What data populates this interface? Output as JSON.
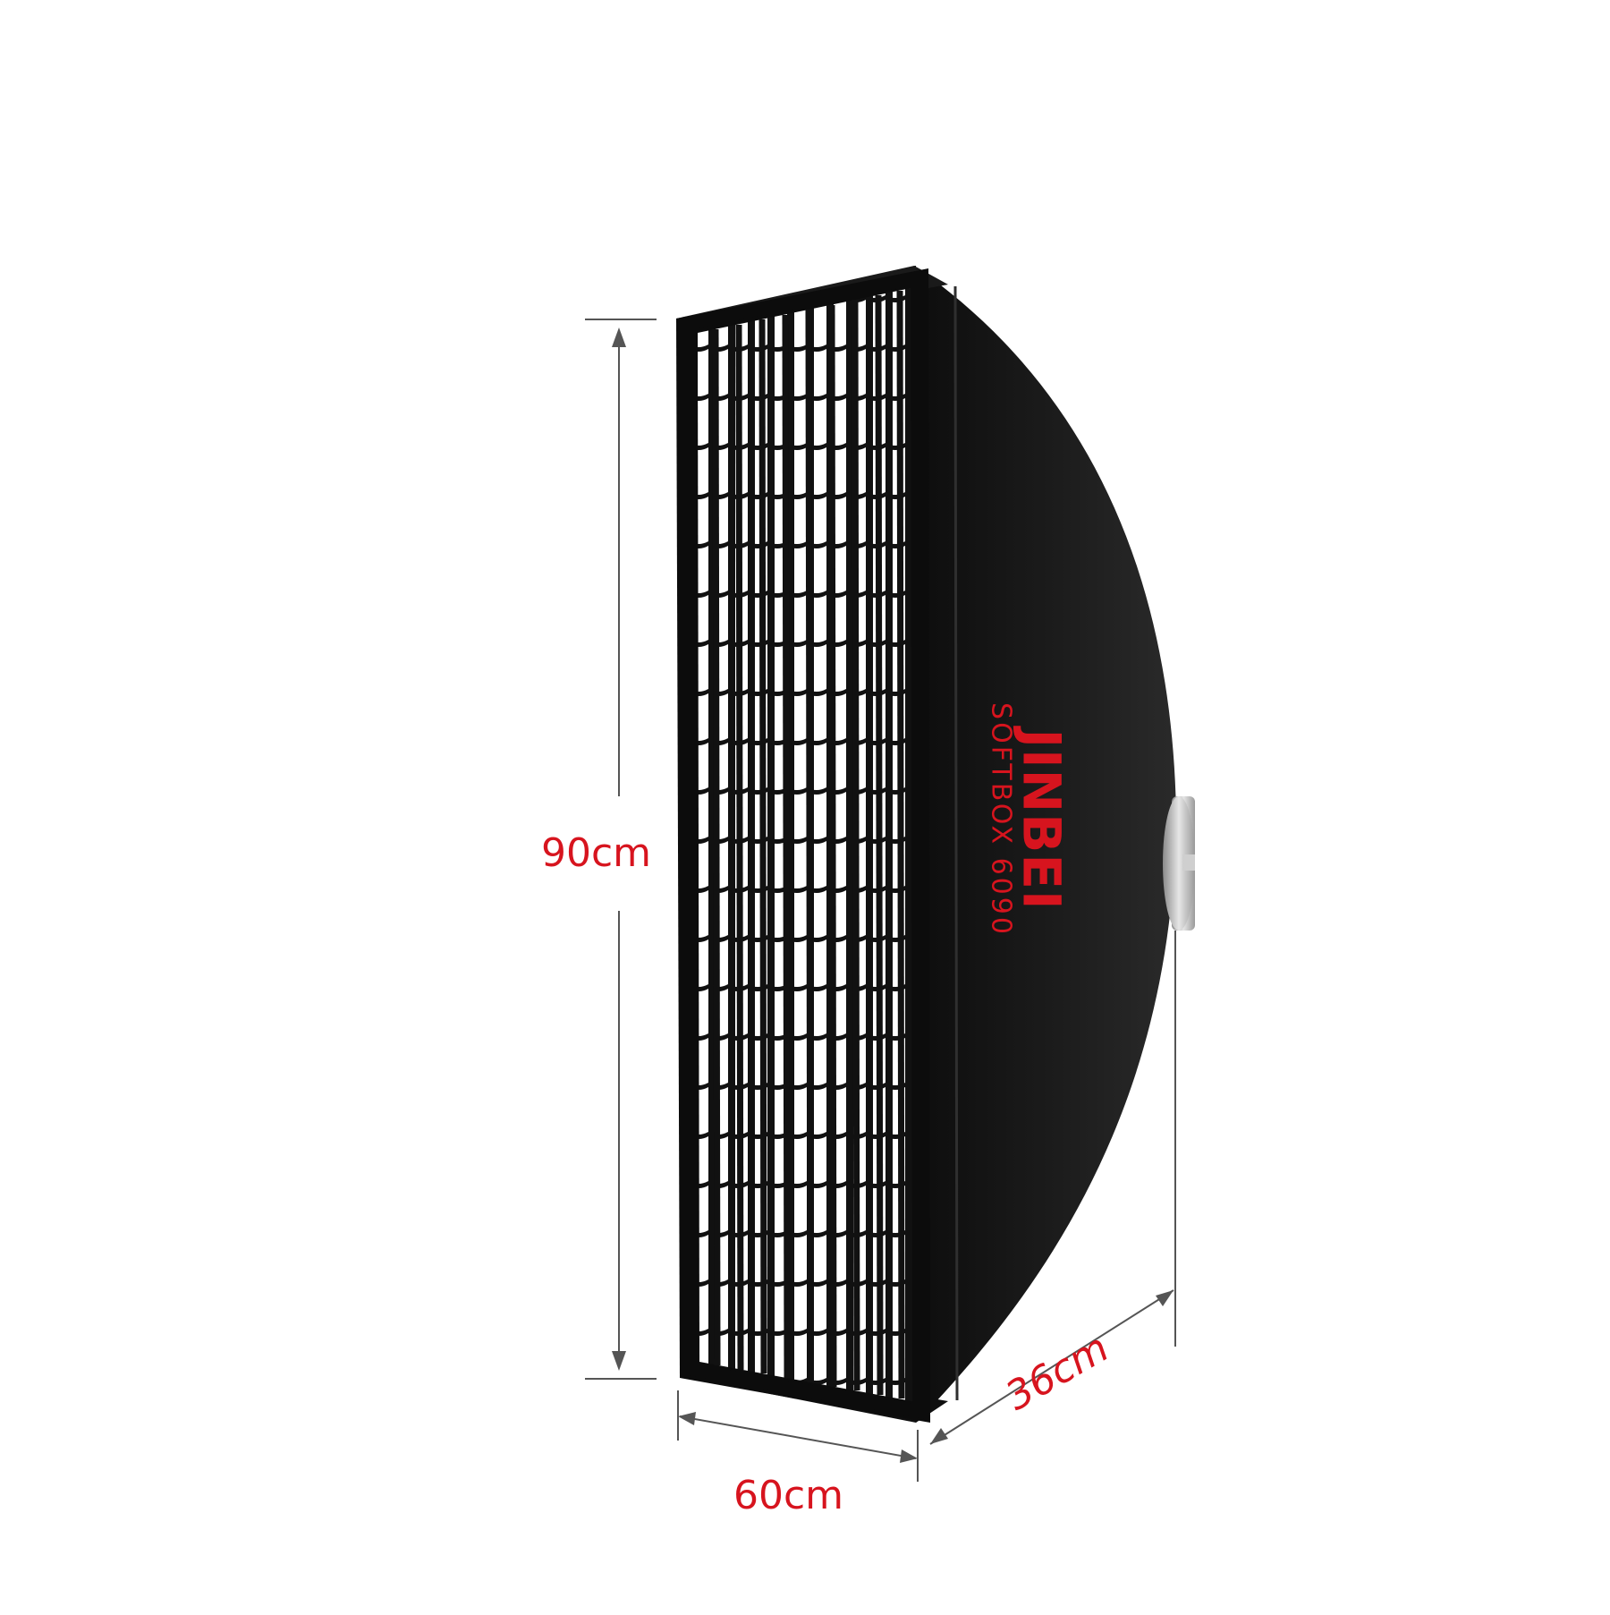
{
  "dimensions": {
    "height_label": "90cm",
    "width_label": "60cm",
    "depth_label": "36cm"
  },
  "product": {
    "brand": "JINBEI",
    "model": "SOFTBOX 6090"
  },
  "colors": {
    "label_red": "#d7141e",
    "dimension_line": "#555555",
    "softbox_body": "#141414"
  }
}
